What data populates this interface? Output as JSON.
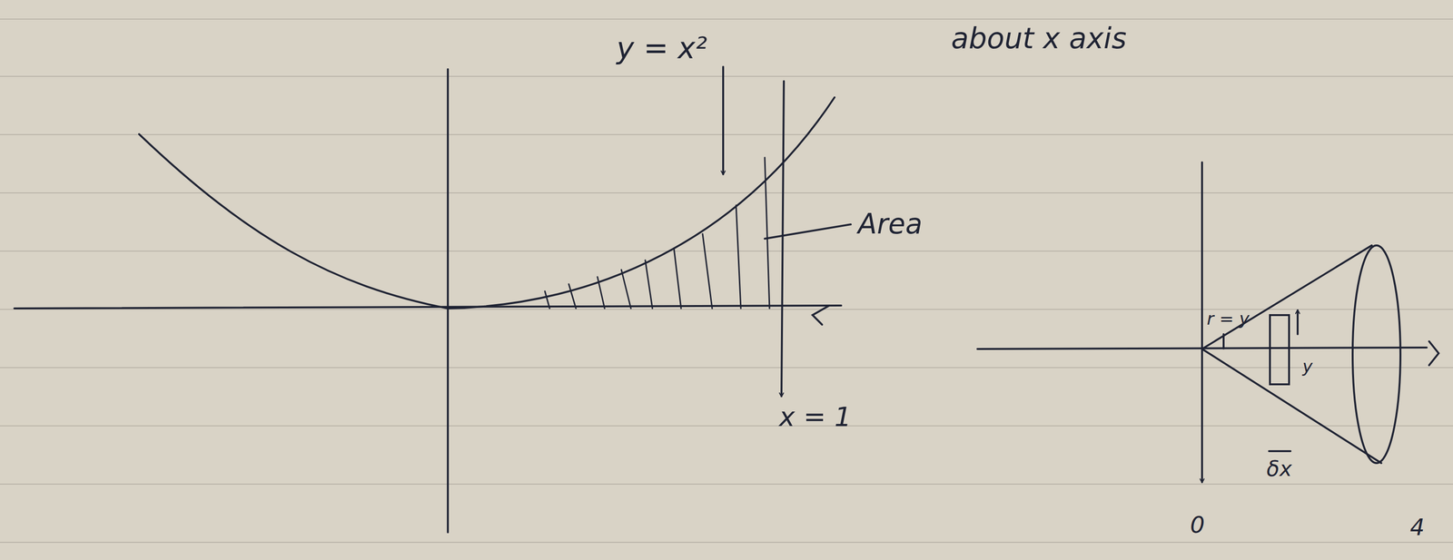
{
  "diagram": {
    "labels": [
      "y = x²",
      "about x axis",
      "Area",
      "x = 1",
      "r = y",
      "y",
      "δx",
      "0",
      "4"
    ]
  }
}
